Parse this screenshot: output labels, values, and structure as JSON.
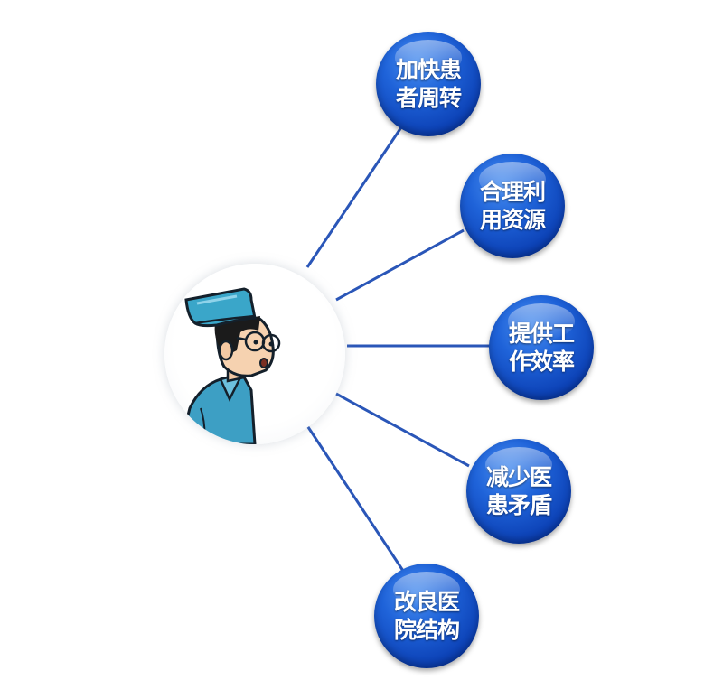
{
  "diagram": {
    "center": {
      "illustration": "doctor-cartoon"
    },
    "nodes": [
      {
        "label": "加快患者周转"
      },
      {
        "label": "合理利用资源"
      },
      {
        "label": "提供工作效率"
      },
      {
        "label": "减少医患矛盾"
      },
      {
        "label": "改良医院结构"
      }
    ],
    "colors": {
      "node_blue": "#1f63d9",
      "line_blue": "#2a56b8",
      "cap_teal": "#3aa6c9",
      "coat_teal": "#3d9fc4"
    }
  }
}
